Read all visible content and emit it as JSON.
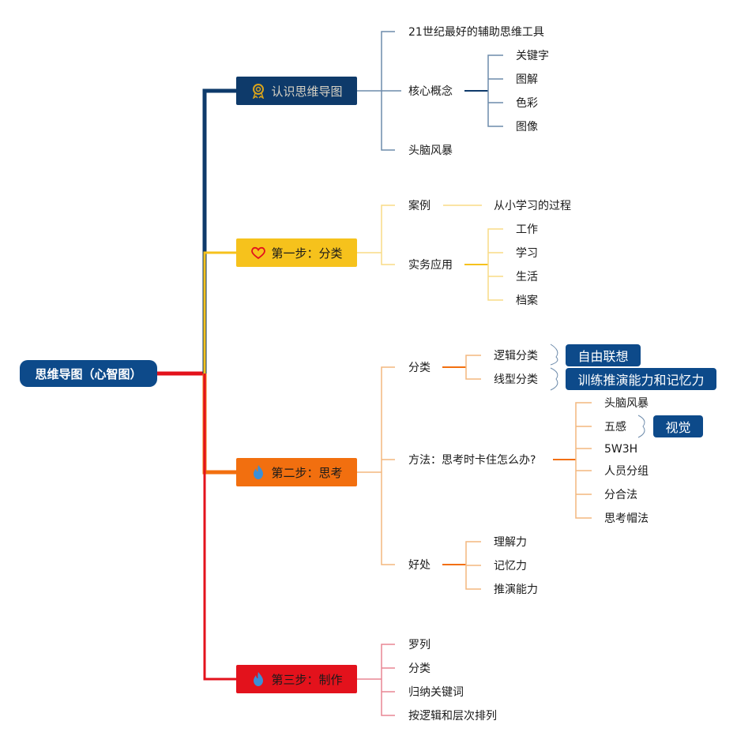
{
  "root": "思维导图（心智图）",
  "branches": {
    "b1": {
      "label": "认识思维导图",
      "icon": "award-ribbon-icon",
      "color": "#0e3a6a",
      "items": {
        "i1": "21世纪最好的辅助思维工具",
        "i2": "核心概念",
        "i2_children": [
          "关键字",
          "图解",
          "色彩",
          "图像"
        ],
        "i3": "头脑风暴"
      }
    },
    "b2": {
      "label": "第一步：分类",
      "icon": "heart-icon",
      "color": "#f6c21c",
      "items": {
        "i1": "案例",
        "i1_child": "从小学习的过程",
        "i2": "实务应用",
        "i2_children": [
          "工作",
          "学习",
          "生活",
          "档案"
        ]
      }
    },
    "b3": {
      "label": "第二步：思考",
      "icon": "flame-icon",
      "color": "#f26f0f",
      "items": {
        "i1": "分类",
        "i1_children": [
          "逻辑分类",
          "线型分类"
        ],
        "i1_tags": [
          "自由联想",
          "训练推演能力和记忆力"
        ],
        "i2": "方法：思考时卡住怎么办?",
        "i2_children": [
          "头脑风暴",
          "五感",
          "5W3H",
          "人员分组",
          "分合法",
          "思考帽法"
        ],
        "i2_tag": "视觉",
        "i3": "好处",
        "i3_children": [
          "理解力",
          "记忆力",
          "推演能力"
        ]
      }
    },
    "b4": {
      "label": "第三步：制作",
      "icon": "flame-icon",
      "color": "#e3121c",
      "items": [
        "罗列",
        "分类",
        "归纳关键词",
        "按逻辑和层次排列"
      ]
    }
  },
  "colors": {
    "root": "#0d4a8a",
    "tag": "#0d4a8a",
    "b1_light": "#6d8bab",
    "b2_light": "#f8dc86",
    "b3_light": "#f3b77e",
    "b4_light": "#e98594",
    "icon_gold": "#d8a31c",
    "icon_blue": "#3a8fd6"
  }
}
